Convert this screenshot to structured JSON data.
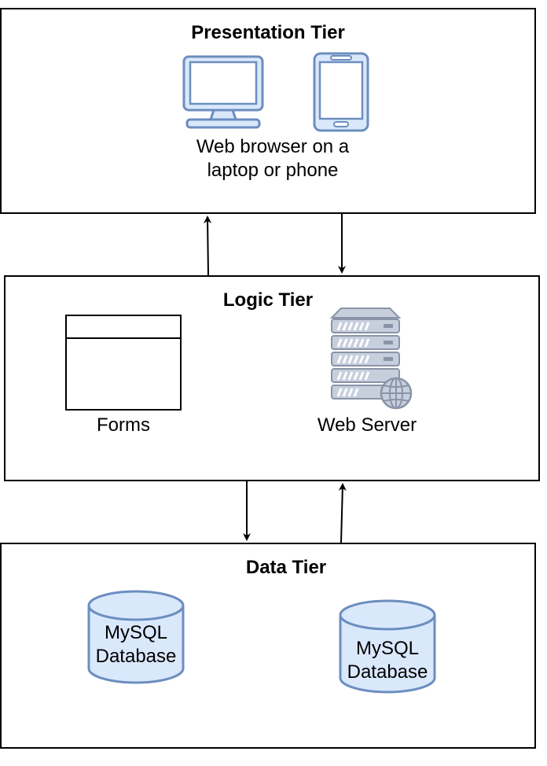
{
  "presentation": {
    "title": "Presentation Tier",
    "caption_line1": "Web browser on a",
    "caption_line2": "laptop or phone",
    "icons": [
      "monitor-icon",
      "phone-icon"
    ]
  },
  "logic": {
    "title": "Logic Tier",
    "forms_label": "Forms",
    "server_label": "Web Server",
    "icons": [
      "form-window-icon",
      "web-server-icon"
    ]
  },
  "data_tier": {
    "title": "Data Tier",
    "databases": [
      {
        "line1": "MySQL",
        "line2": "Database"
      },
      {
        "line1": "MySQL",
        "line2": "Database"
      }
    ],
    "icons": [
      "database-icon",
      "database-icon"
    ]
  },
  "colors": {
    "icon_fill": "#dae8fc",
    "icon_stroke": "#6c8ebf",
    "server_fill": "#c7cfdd",
    "server_stroke": "#8a94a8",
    "line": "#000000"
  }
}
